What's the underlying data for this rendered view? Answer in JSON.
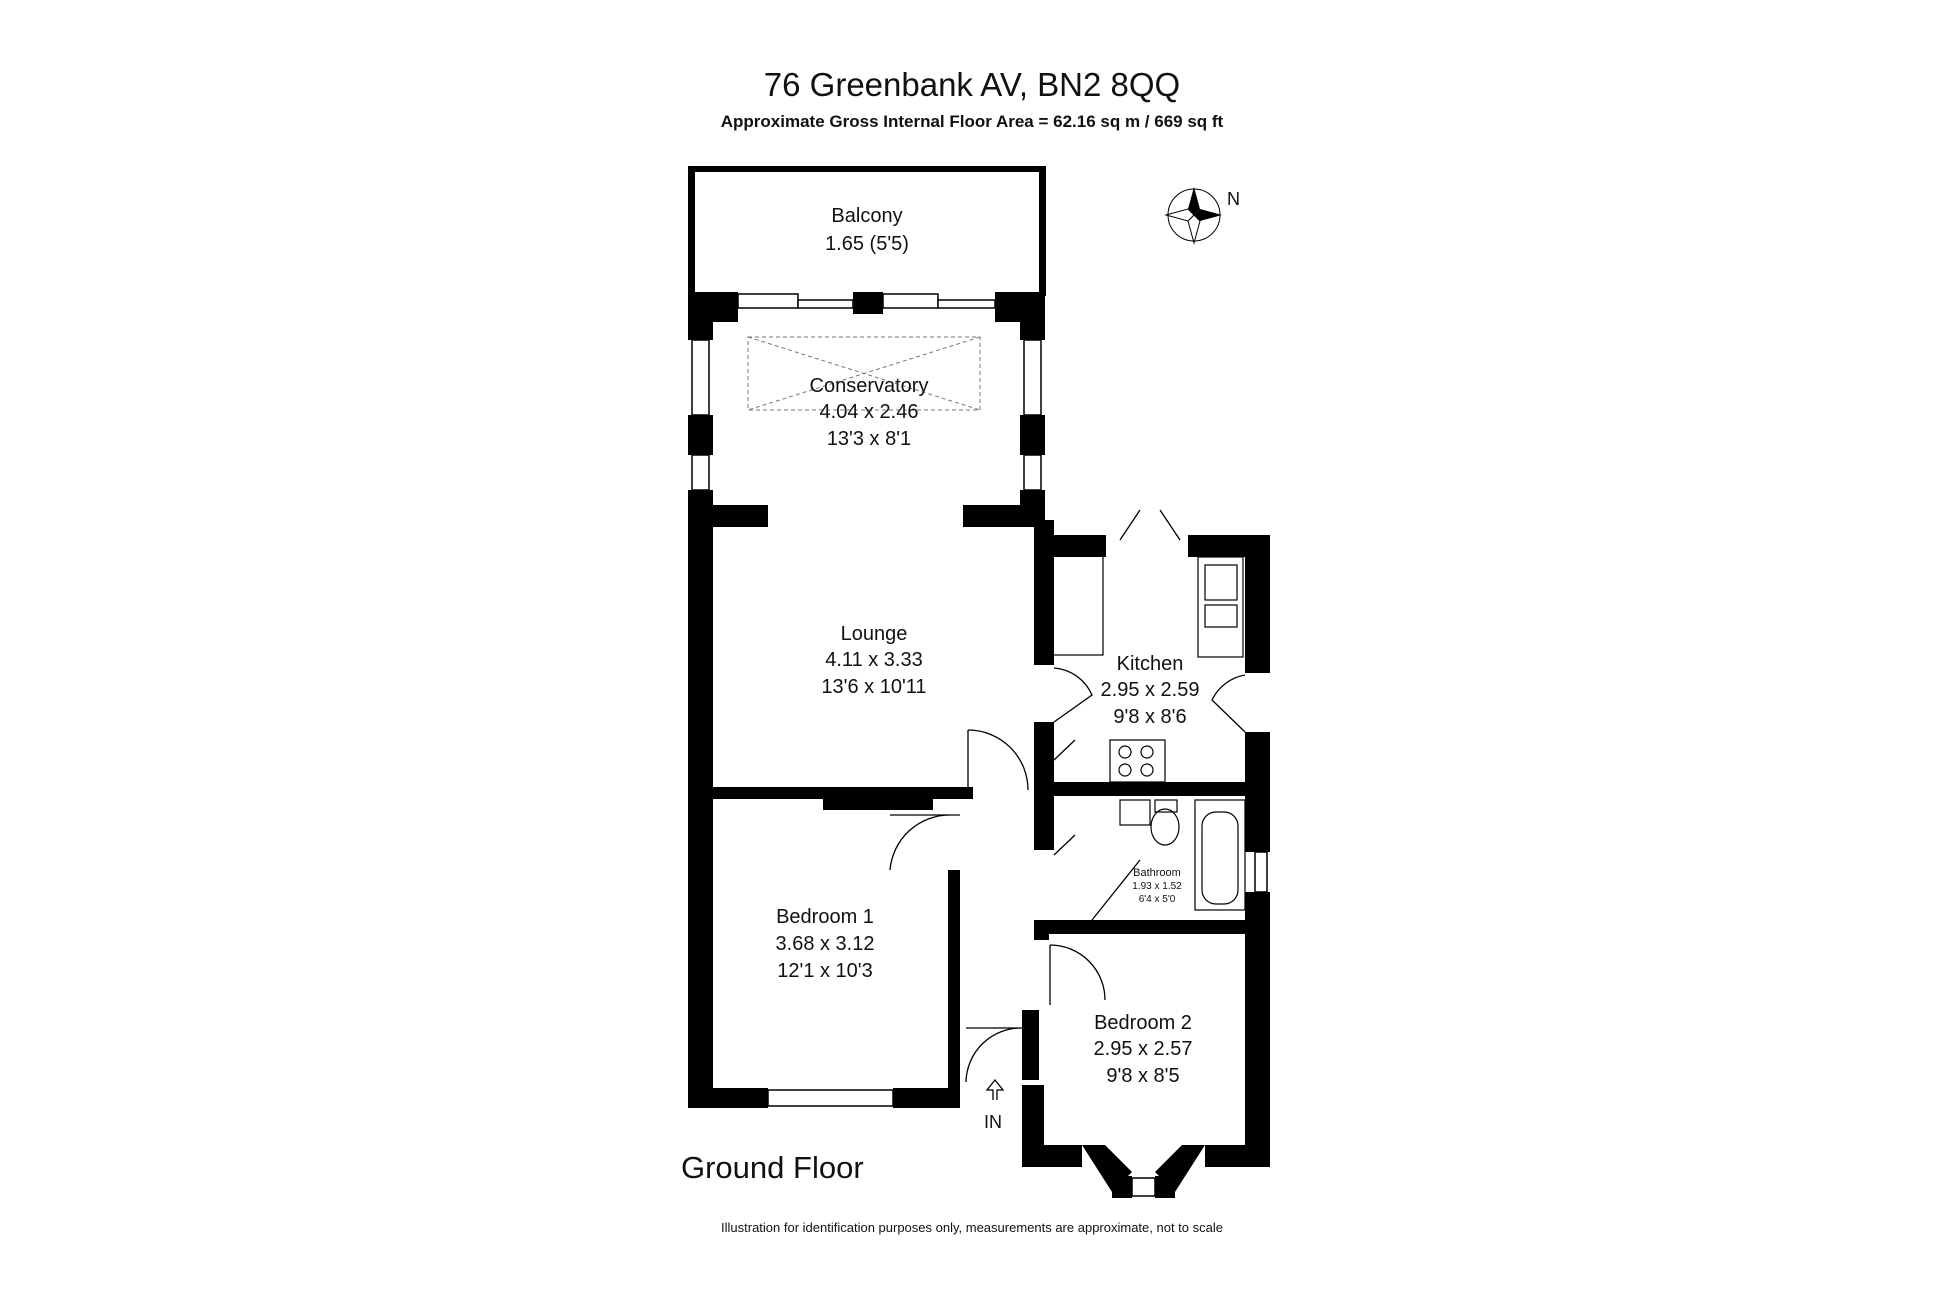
{
  "header": {
    "title": "76 Greenbank AV, BN2 8QQ",
    "subtitle": "Approximate Gross Internal Floor Area = 62.16 sq m / 669 sq ft"
  },
  "compass": {
    "label": "N",
    "icon": "compass-rose-icon"
  },
  "rooms": {
    "balcony": {
      "name": "Balcony",
      "metric": "1.65 (5'5)"
    },
    "conservatory": {
      "name": "Conservatory",
      "metric": "4.04 x 2.46",
      "imperial": "13'3 x 8'1"
    },
    "lounge": {
      "name": "Lounge",
      "metric": "4.11 x 3.33",
      "imperial": "13'6 x 10'11"
    },
    "kitchen": {
      "name": "Kitchen",
      "metric": "2.95 x 2.59",
      "imperial": "9'8 x 8'6"
    },
    "bathroom": {
      "name": "Bathroom",
      "metric": "1.93 x 1.52",
      "imperial": "6'4 x 5'0"
    },
    "bedroom1": {
      "name": "Bedroom 1",
      "metric": "3.68 x 3.12",
      "imperial": "12'1 x 10'3"
    },
    "bedroom2": {
      "name": "Bedroom 2",
      "metric": "2.95 x 2.57",
      "imperial": "9'8 x 8'5"
    }
  },
  "entrance": {
    "label": "IN"
  },
  "floor": {
    "name": "Ground Floor"
  },
  "footer": {
    "disclaimer": "Illustration for identification purposes only, measurements are approximate, not to scale"
  }
}
